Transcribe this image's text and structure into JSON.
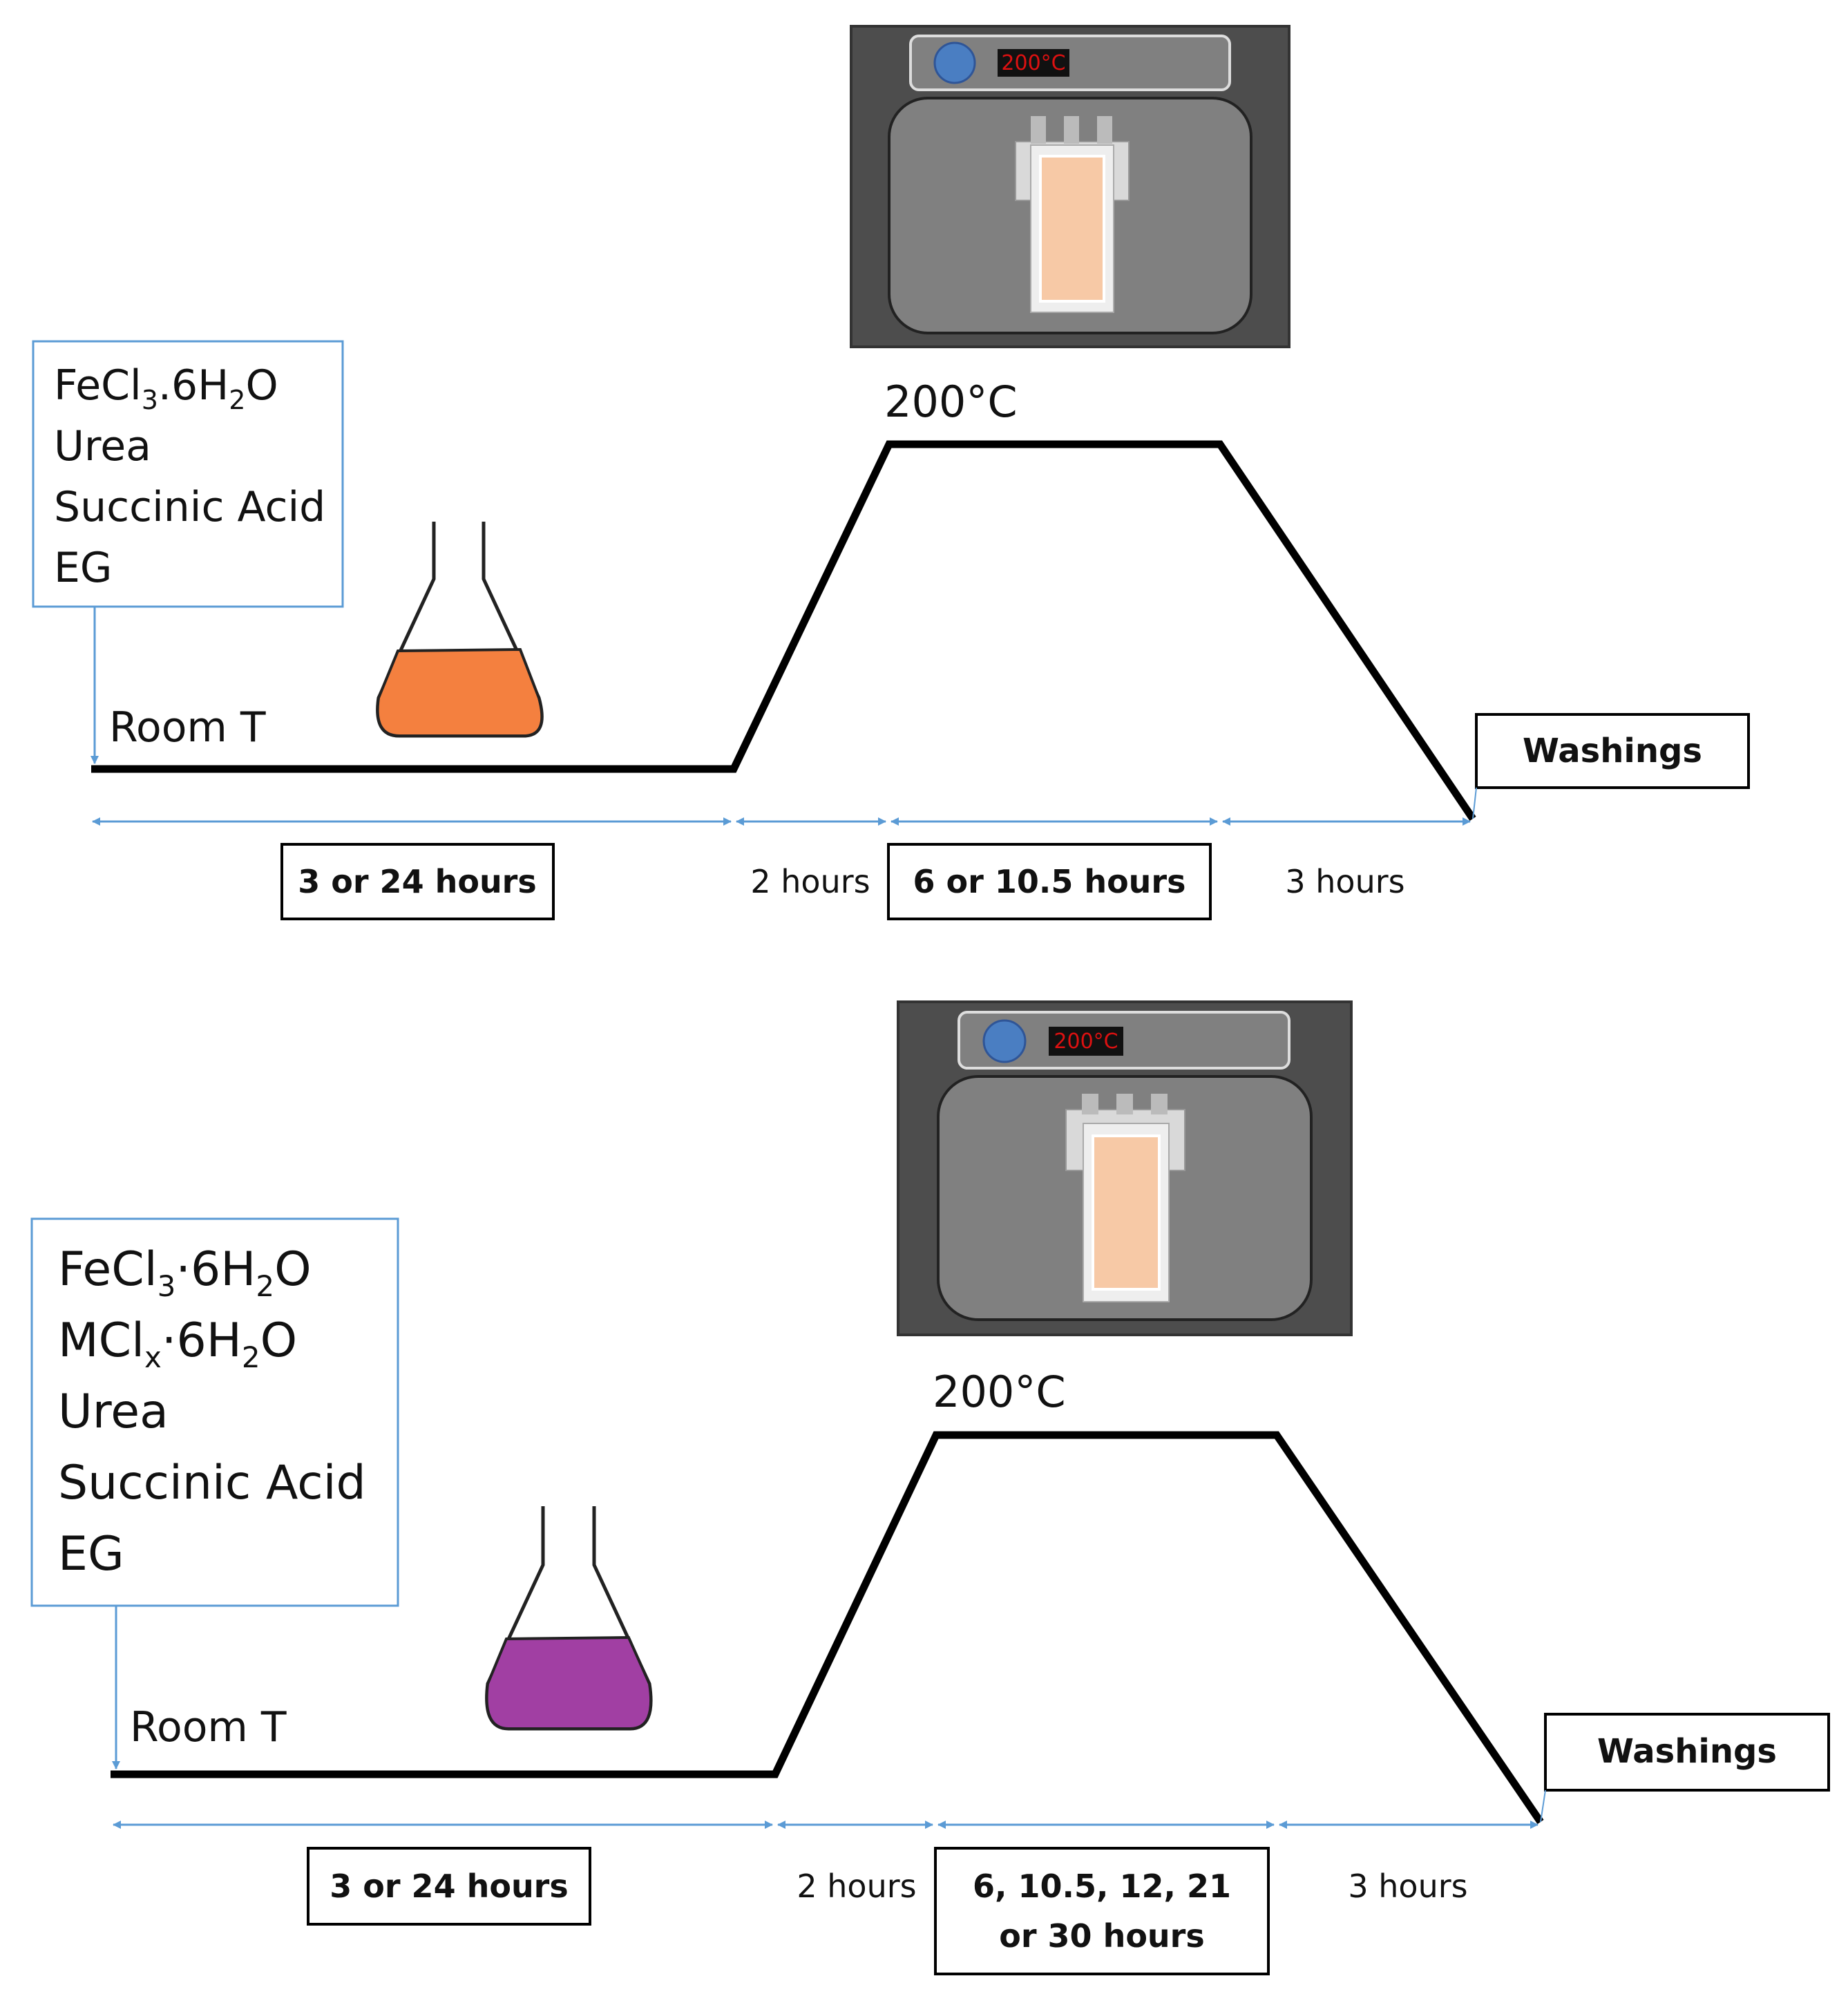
{
  "panels": [
    {
      "reagents": [
        {
          "base": "FeCl",
          "sub1": "3",
          "mid": ".6H",
          "sub2": "2",
          "tail": "O"
        },
        {
          "base": "Urea"
        },
        {
          "base": "Succinic Acid"
        },
        {
          "base": "EG"
        }
      ],
      "room_label": "Room T",
      "temp_label": "200°C",
      "oven_display": "200°C",
      "flask_color": "#F4803F",
      "washings": "Washings",
      "durations": {
        "stir": "3 or 24 hours",
        "ramp": "2 hours",
        "hold": "6 or 10.5 hours",
        "hold_line2": "",
        "cool": "3 hours"
      }
    },
    {
      "reagents": [
        {
          "base": "FeCl",
          "sub1": "3",
          "mid": "·6H",
          "sub2": "2",
          "tail": "O"
        },
        {
          "base": "MCl",
          "sub1": "x",
          "mid": "·6H",
          "sub2": "2",
          "tail": "O"
        },
        {
          "base": "Urea"
        },
        {
          "base": "Succinic Acid"
        },
        {
          "base": "EG"
        }
      ],
      "room_label": "Room T",
      "temp_label": "200°C",
      "oven_display": "200°C",
      "flask_color": "#A13FA3",
      "washings": "Washings",
      "durations": {
        "stir": "3 or 24 hours",
        "ramp": "2 hours",
        "hold": "6, 10.5, 12, 21",
        "hold_line2": "or 30 hours",
        "cool": "3 hours"
      }
    }
  ],
  "colors": {
    "arrow": "#5B9BD5",
    "box_border": "#5B9BD5",
    "oven_outer": "#4D4D4D",
    "oven_chamber": "#808080",
    "vessel_fill": "#F7C9A6"
  }
}
